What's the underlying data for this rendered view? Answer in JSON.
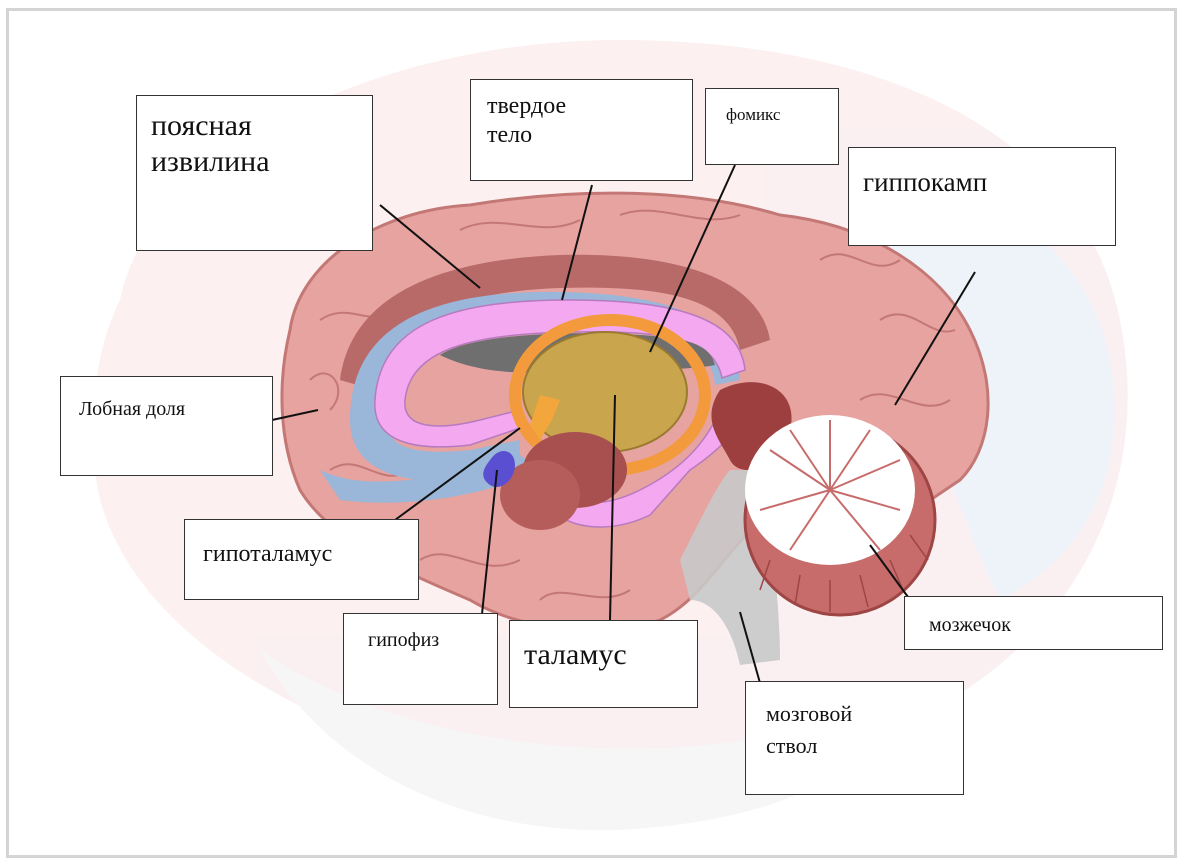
{
  "labels": {
    "cingulate": "поясная\nизвилина",
    "corpus": "твердое\nтело",
    "fornix": "фомикс",
    "hippocampus": "гиппокамп",
    "frontal": "Лобная доля",
    "hypothalamus": "гипоталамус",
    "pituitary": "гипофиз",
    "thalamus": "таламус",
    "cerebellum": "мозжечок",
    "brainstem": "мозговой\nствол"
  },
  "colors": {
    "cortex": "#e8a0a0",
    "cortex_dark": "#c26a6a",
    "corpus_callosum": "#f2a6ee",
    "ventricle": "#9ab6d8",
    "thalamus": "#c9a24a",
    "fornix": "#f39a3c",
    "hypothalamus": "#5b4fd1"
  }
}
